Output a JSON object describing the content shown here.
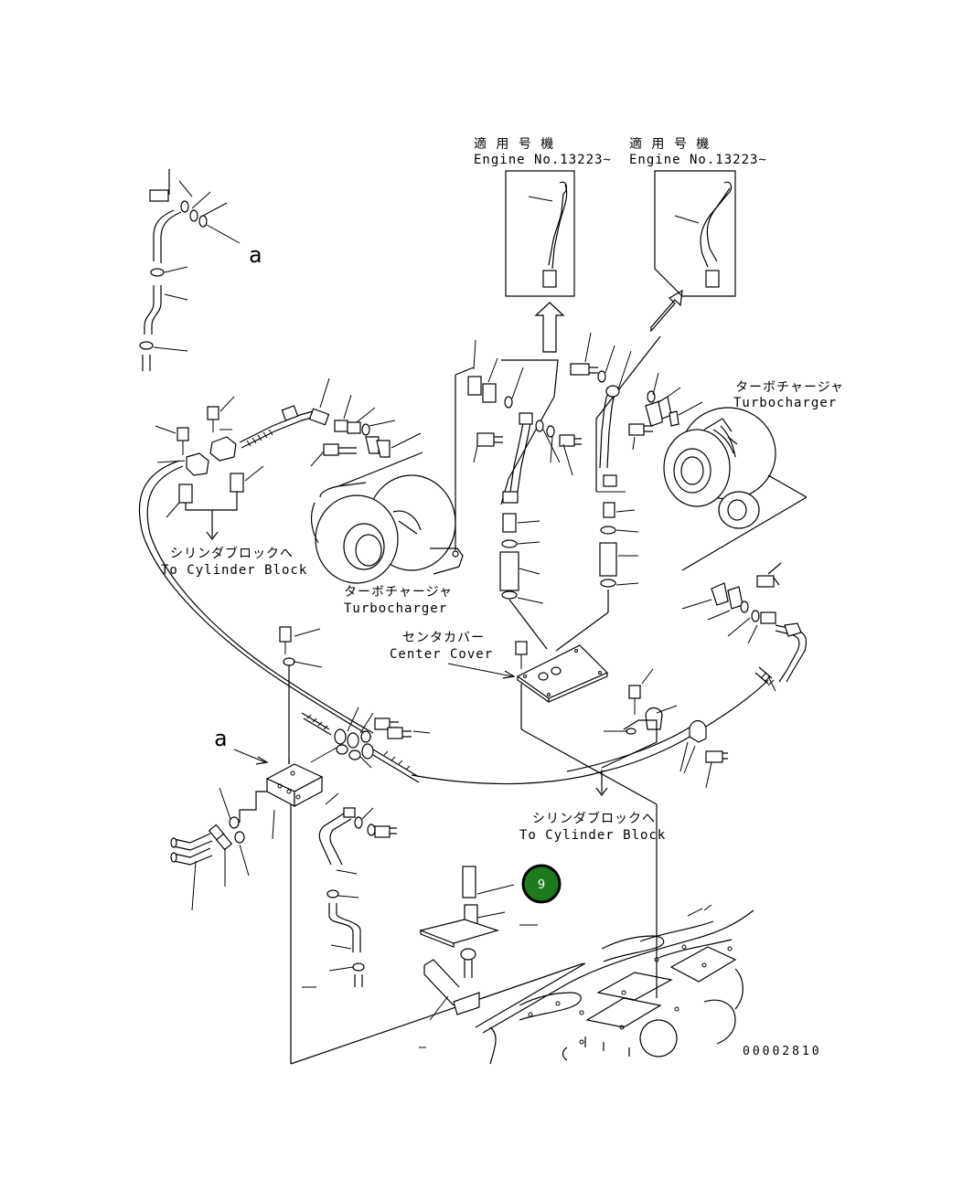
{
  "labels": {
    "variant_left_ja": "適 用 号 機",
    "variant_left_en": "Engine No.13223~",
    "variant_right_ja": "適 用 号 機",
    "variant_right_en": "Engine No.13223~",
    "turbo_right_ja": "ターボチャージャ",
    "turbo_right_en": "Turbocharger",
    "turbo_center_ja": "ターボチャージャ",
    "turbo_center_en": "Turbocharger",
    "cyl_left_ja": "シリンダブロックへ",
    "cyl_left_en": "To Cylinder Block",
    "cyl_bottom_ja": "シリンダブロックへ",
    "cyl_bottom_en": "To Cylinder Block",
    "center_cover_ja": "センタカバー",
    "center_cover_en": "Center Cover",
    "ref_a_top": "a",
    "ref_a_main": "a",
    "drawing_number": "00002810"
  },
  "callout": {
    "number": "9",
    "color": "#1e7a1e"
  }
}
